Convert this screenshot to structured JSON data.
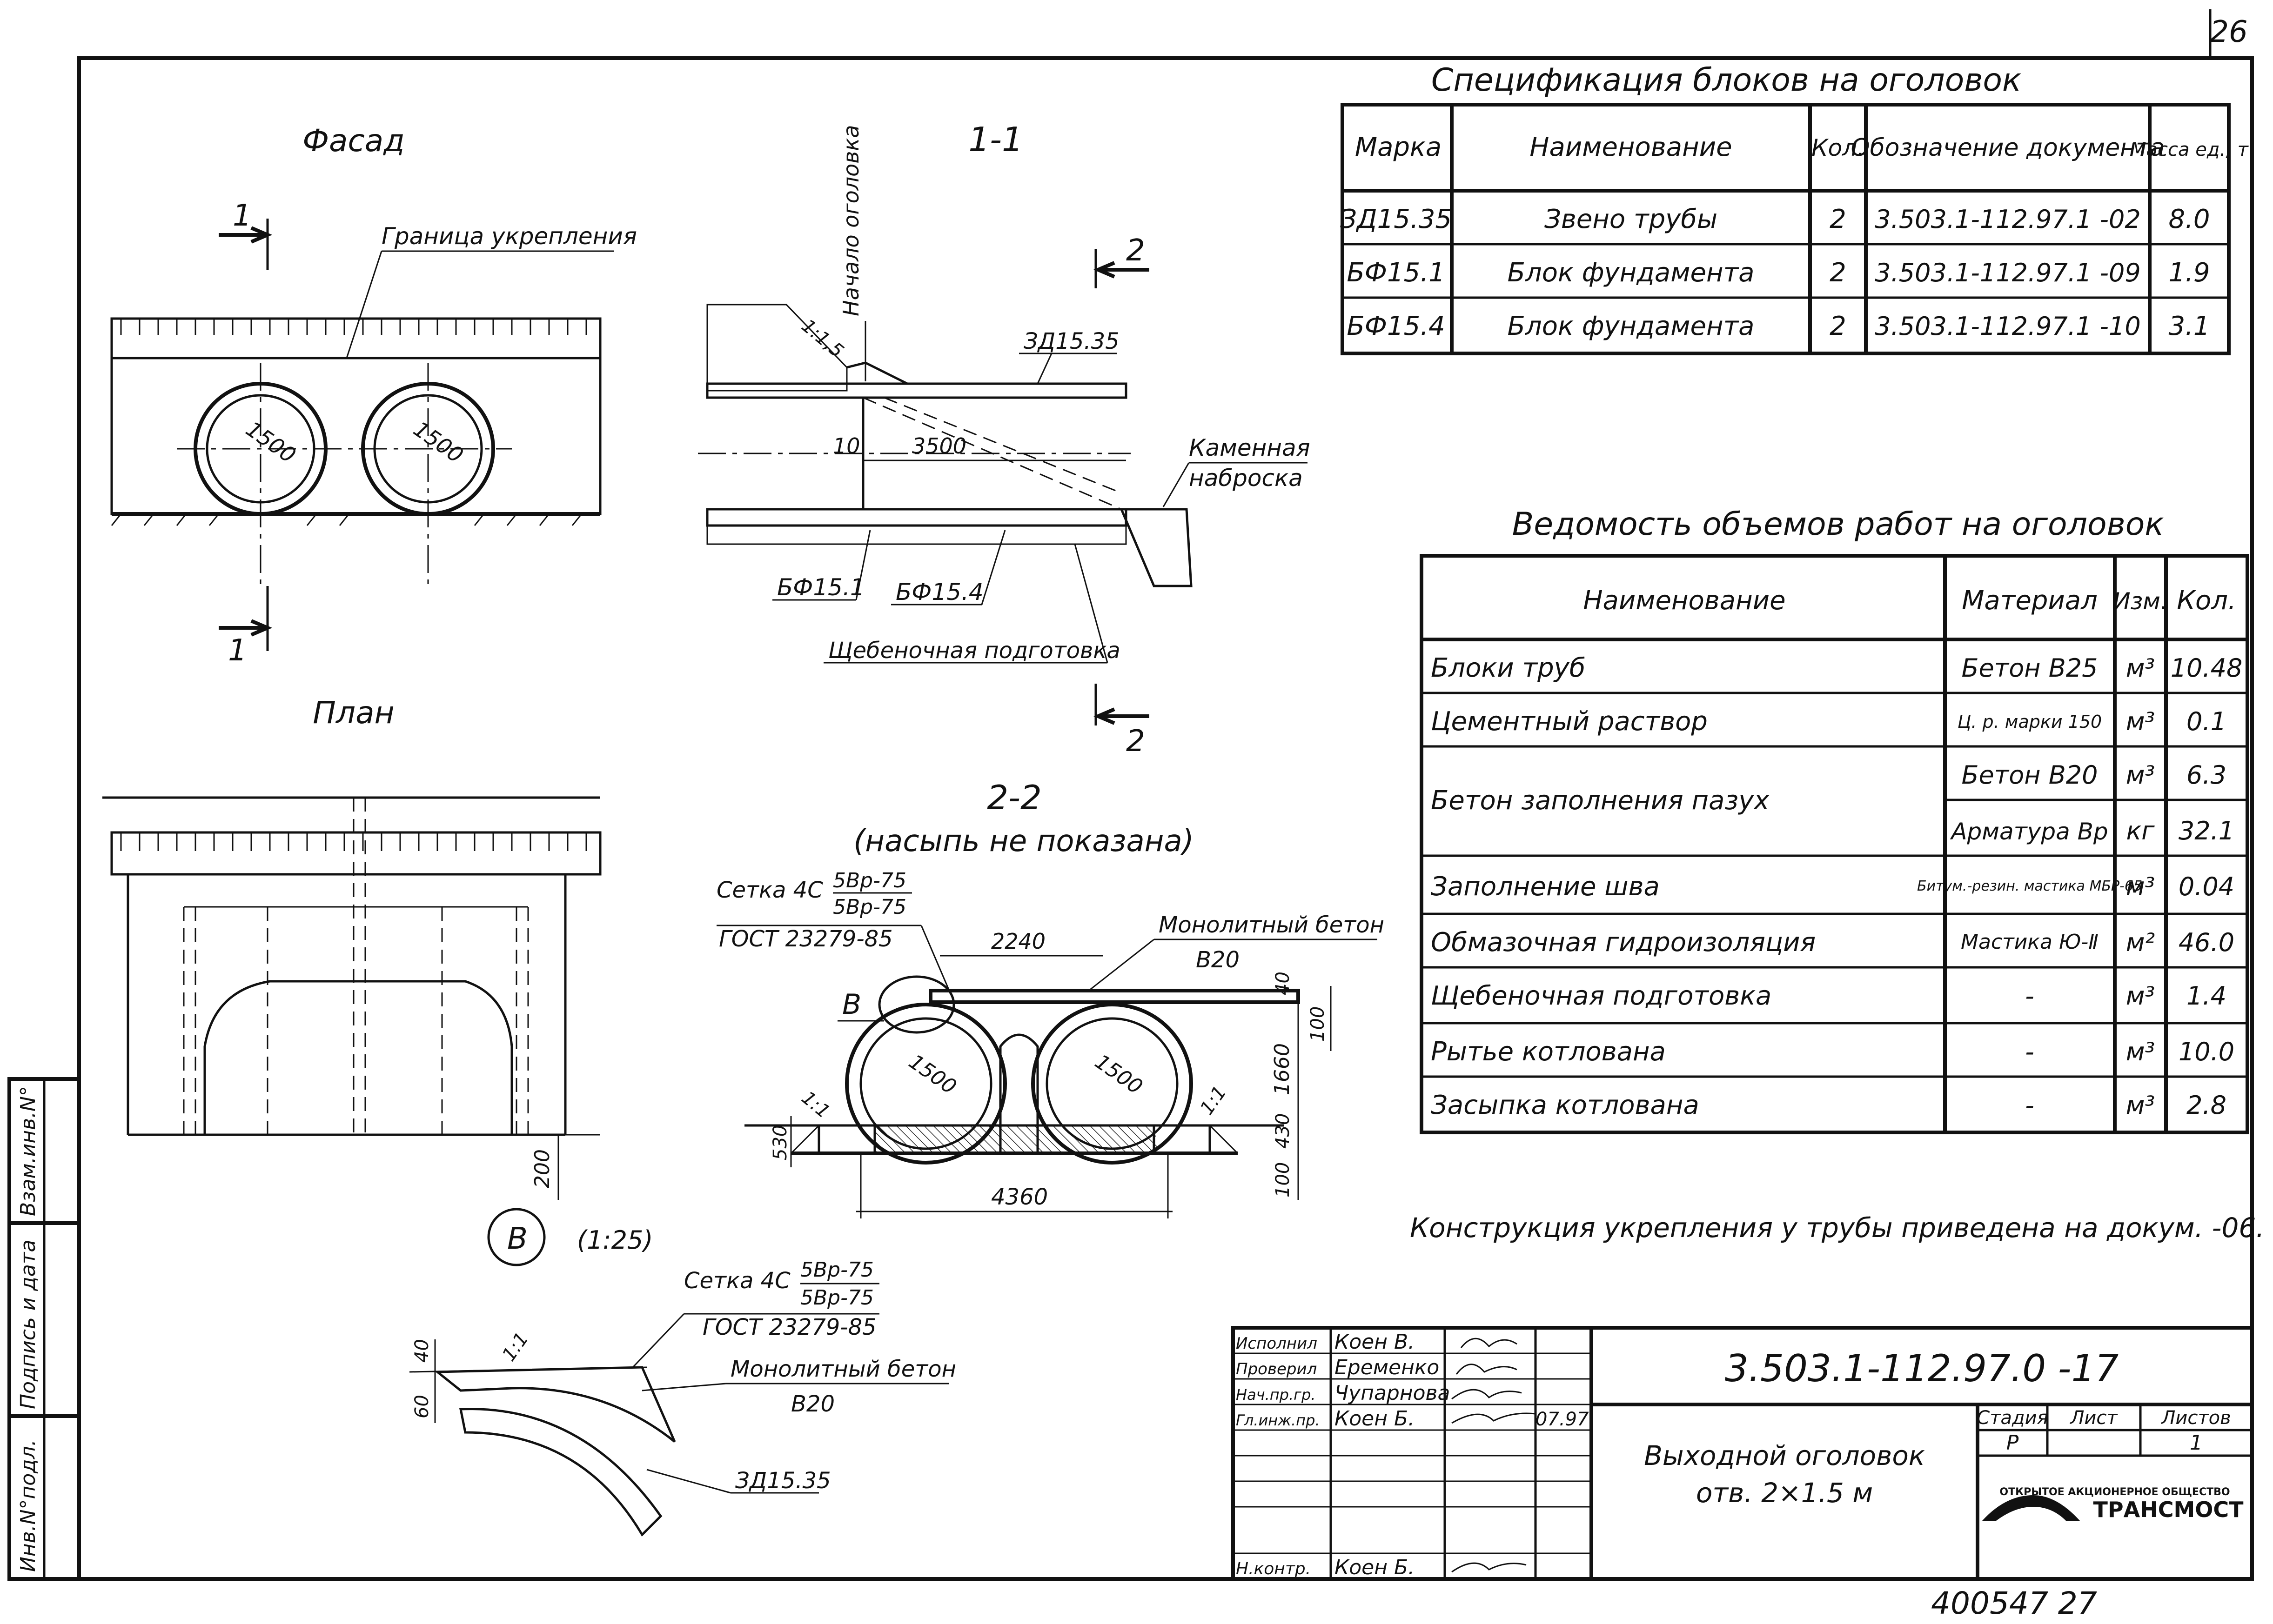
{
  "page_number": "26",
  "views": {
    "facade": {
      "title": "Фасад",
      "section_mark": "1",
      "boundary_label": "Граница укрепления",
      "pipe_dim": "1500"
    },
    "section_1_1": {
      "title": "1-1",
      "section_mark": "2",
      "start_label": "Начало оголовка",
      "slope": "1:1,5",
      "pipe_mark": "ЗД15.35",
      "dim_gap": "10",
      "dim_len": "3500",
      "stone_label_1": "Каменная",
      "stone_label_2": "наброска",
      "block_1": "БФ15.1",
      "block_2": "БФ15.4",
      "gravel_label": "Щебеночная подготовка"
    },
    "plan": {
      "title": "План",
      "dim": "200"
    },
    "section_2_2": {
      "title": "2-2",
      "subtitle": "(насыпь не показана)",
      "mesh": "Сетка 4С",
      "mesh_num": "5Вр-75",
      "mesh_den": "5Вр-75",
      "gost": "ГОСТ 23279-85",
      "dim_top": "2240",
      "concrete_1": "Монолитный бетон",
      "concrete_2": "В20",
      "callout": "В",
      "pipe_dim": "1500",
      "slope": "1:1",
      "dim_40": "40",
      "dim_100a": "100",
      "dim_1660": "1660",
      "dim_430": "430",
      "dim_100b": "100",
      "dim_530": "530",
      "dim_4360": "4360"
    },
    "detail_b": {
      "callout": "В",
      "scale": "(1:25)",
      "mesh": "Сетка 4С",
      "mesh_num": "5Вр-75",
      "mesh_den": "5Вр-75",
      "gost": "ГОСТ 23279-85",
      "concrete_1": "Монолитный бетон",
      "concrete_2": "В20",
      "pipe_mark": "ЗД15.35",
      "dim_40": "40",
      "dim_60": "60",
      "slope": "1:1"
    }
  },
  "spec_table": {
    "title": "Спецификация блоков на оголовок",
    "headers": [
      "Марка",
      "Наименование",
      "Кол.",
      "Обозначение документа",
      "Масса ед., т"
    ],
    "rows": [
      [
        "ЗД15.35",
        "Звено трубы",
        "2",
        "3.503.1-112.97.1 -02",
        "8.0"
      ],
      [
        "БФ15.1",
        "Блок фундамента",
        "2",
        "3.503.1-112.97.1 -09",
        "1.9"
      ],
      [
        "БФ15.4",
        "Блок фундамента",
        "2",
        "3.503.1-112.97.1 -10",
        "3.1"
      ]
    ]
  },
  "works_table": {
    "title": "Ведомость объемов работ на оголовок",
    "headers": [
      "Наименование",
      "Материал",
      "Изм.",
      "Кол."
    ],
    "rows": [
      [
        "Блоки труб",
        "Бетон В25",
        "м³",
        "10.48"
      ],
      [
        "Цементный раствор",
        "Ц. р. марки 150",
        "м³",
        "0.1"
      ],
      [
        "Бетон заполнения пазух",
        "Бетон В20",
        "м³",
        "6.3"
      ],
      [
        "",
        "Арматура Вр",
        "кг",
        "32.1"
      ],
      [
        "Заполнение шва",
        "Битум.-резин. мастика МБР-65",
        "м³",
        "0.04"
      ],
      [
        "Обмазочная гидроизоляция",
        "Мастика Ю-Ⅱ",
        "м²",
        "46.0"
      ],
      [
        "Щебеночная подготовка",
        "-",
        "м³",
        "1.4"
      ],
      [
        "Рытье котлована",
        "-",
        "м³",
        "10.0"
      ],
      [
        "Засыпка котлована",
        "-",
        "м³",
        "2.8"
      ]
    ]
  },
  "note": "Конструкция укрепления у трубы приведена на докум. -06.",
  "side_stamp": [
    "Инв.N°подл.",
    "Подпись и дата",
    "Взам.инв.N°"
  ],
  "title_block": {
    "code": "3.503.1-112.97.0 -17",
    "name_1": "Выходной оголовок",
    "name_2": "отв. 2×1.5 м",
    "stage_header": "Стадия",
    "sheet_header": "Лист",
    "sheets_header": "Листов",
    "stage": "Р",
    "sheets": "1",
    "company_small": "ОТКРЫТОЕ АКЦИОНЕРНОЕ ОБЩЕСТВО",
    "company": "ТРАНСМОСТ",
    "people": [
      {
        "role": "Исполнил",
        "name": "Коен В.",
        "date": ""
      },
      {
        "role": "Проверил",
        "name": "Еременко",
        "date": ""
      },
      {
        "role": "Нач.пр.гр.",
        "name": "Чупарнова",
        "date": ""
      },
      {
        "role": "Гл.инж.пр.",
        "name": "Коен Б.",
        "date": "07.97"
      },
      {
        "role": "Н.контр.",
        "name": "Коен Б.",
        "date": ""
      }
    ]
  },
  "inventory": "400547 27"
}
